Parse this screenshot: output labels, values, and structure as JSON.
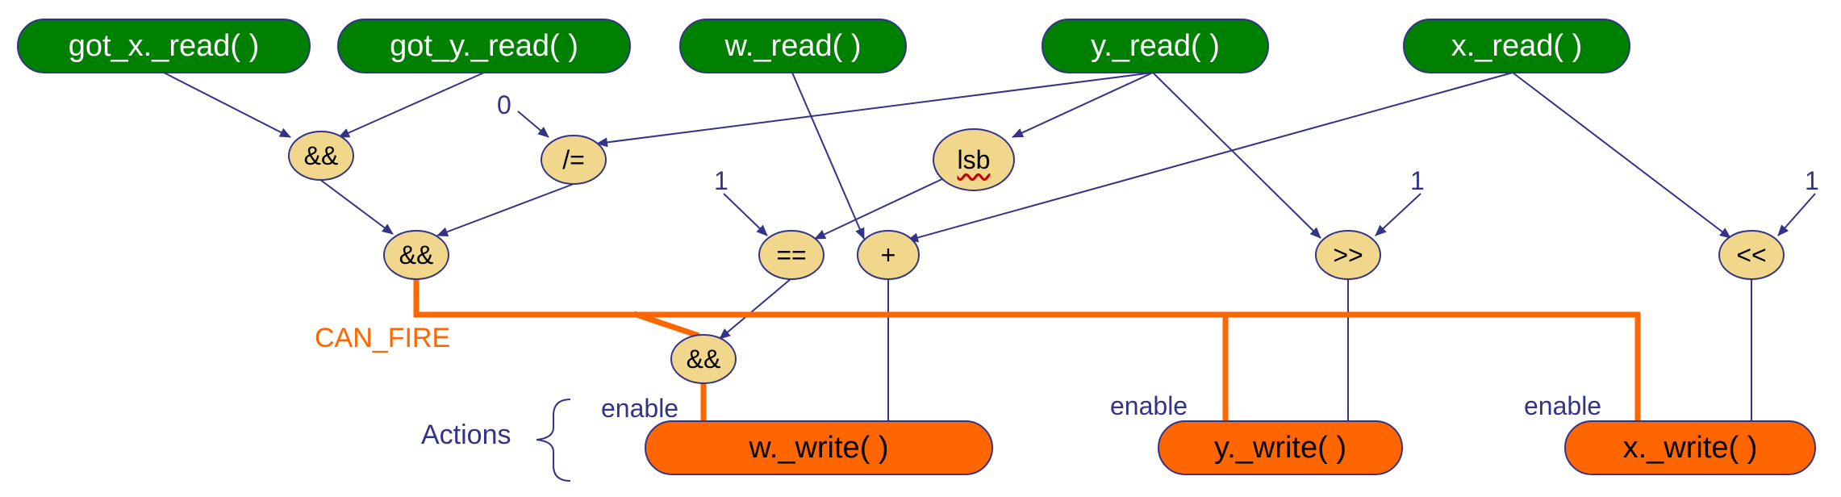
{
  "readers": [
    {
      "id": "got_x",
      "label": "got_x._read( )"
    },
    {
      "id": "got_y",
      "label": "got_y._read( )"
    },
    {
      "id": "w",
      "label": "w._read( )"
    },
    {
      "id": "y",
      "label": "y._read( )"
    },
    {
      "id": "x",
      "label": "x._read( )"
    }
  ],
  "operators": [
    {
      "id": "and1",
      "label": "&&"
    },
    {
      "id": "neq",
      "label": "/="
    },
    {
      "id": "lsb",
      "label": "lsb"
    },
    {
      "id": "and2",
      "label": "&&"
    },
    {
      "id": "eq",
      "label": "=="
    },
    {
      "id": "plus",
      "label": "+"
    },
    {
      "id": "shr",
      "label": ">>"
    },
    {
      "id": "shl",
      "label": "<<"
    },
    {
      "id": "and3",
      "label": "&&"
    }
  ],
  "constants": [
    {
      "id": "c0",
      "label": "0"
    },
    {
      "id": "c1a",
      "label": "1"
    },
    {
      "id": "c1b",
      "label": "1"
    },
    {
      "id": "c1c",
      "label": "1"
    }
  ],
  "actions": [
    {
      "id": "w_write",
      "label": "w._write( )"
    },
    {
      "id": "y_write",
      "label": "y._write( )"
    },
    {
      "id": "x_write",
      "label": "x._write( )"
    }
  ],
  "enable_labels": [
    "enable",
    "enable",
    "enable"
  ],
  "can_fire_label": "CAN_FIRE",
  "actions_label": "Actions",
  "colors": {
    "reader_fill": "#008000",
    "action_fill": "#ff6600",
    "operator_fill": "#f0d78c",
    "edge": "#333388",
    "can_fire": "#ff6600"
  }
}
